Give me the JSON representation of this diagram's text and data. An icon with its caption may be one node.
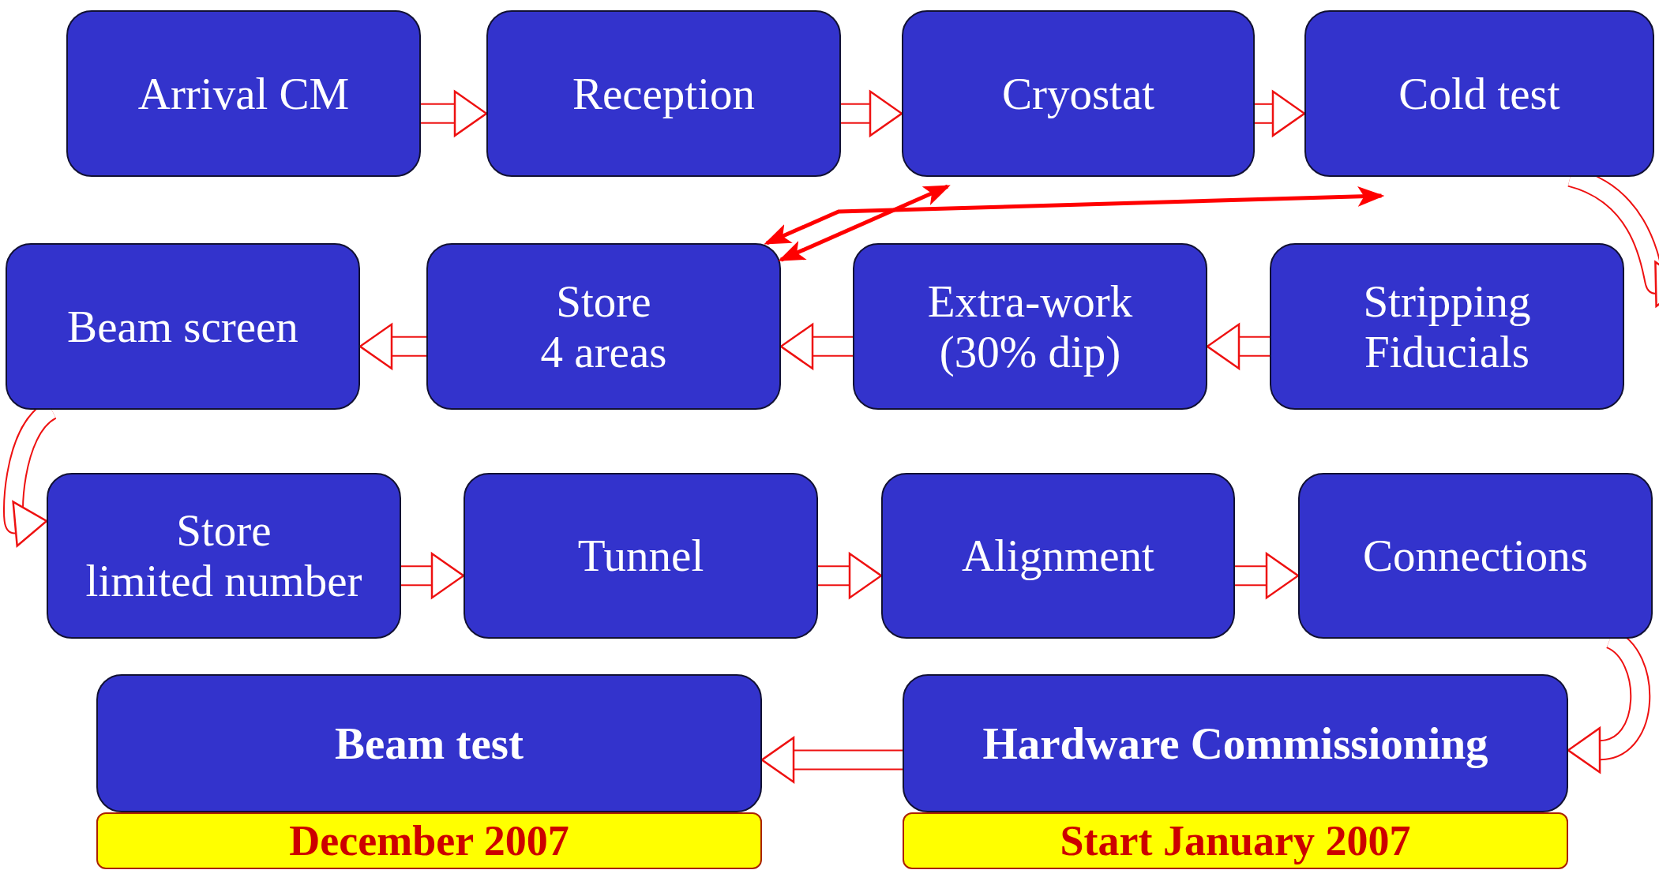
{
  "diagram": {
    "nodes": [
      {
        "text": [
          "Arrival CM"
        ]
      },
      {
        "text": [
          "Reception"
        ]
      },
      {
        "text": [
          "Cryostat"
        ]
      },
      {
        "text": [
          "Cold test"
        ]
      },
      {
        "text": [
          "Stripping Fiducials"
        ]
      },
      {
        "text": [
          "Extra-work (30% dip)"
        ]
      },
      {
        "text": [
          "Store 4 areas"
        ]
      },
      {
        "text": [
          "Beam screen"
        ]
      },
      {
        "text": [
          "Store limited number"
        ]
      },
      {
        "text": [
          "Tunnel"
        ]
      },
      {
        "text": [
          "Alignment"
        ]
      },
      {
        "text": [
          "Connections"
        ]
      },
      {
        "text": [
          "Hardware Commissioning"
        ]
      },
      {
        "text": [
          "Beam test"
        ]
      },
      {
        "text": [
          "December 2007"
        ]
      },
      {
        "text": [
          "Start January 2007"
        ]
      }
    ],
    "edges": [
      {
        "from": 0,
        "to": 1,
        "arrow": "to"
      },
      {
        "from": 1,
        "to": 2,
        "arrow": "to"
      },
      {
        "from": 2,
        "to": 3,
        "arrow": "to"
      },
      {
        "from": 3,
        "to": 4,
        "arrow": "to"
      },
      {
        "from": 4,
        "to": 5,
        "arrow": "to"
      },
      {
        "from": 5,
        "to": 6,
        "arrow": "to"
      },
      {
        "from": 6,
        "to": 7,
        "arrow": "to"
      },
      {
        "from": 7,
        "to": 8,
        "arrow": "to"
      },
      {
        "from": 8,
        "to": 9,
        "arrow": "to"
      },
      {
        "from": 9,
        "to": 10,
        "arrow": "to"
      },
      {
        "from": 10,
        "to": 11,
        "arrow": "to"
      },
      {
        "from": 11,
        "to": 12,
        "arrow": "to"
      },
      {
        "from": 12,
        "to": 13,
        "arrow": "to"
      },
      {
        "from": 6,
        "to": 2,
        "arrow": "both",
        "color": "#ff0000"
      },
      {
        "from": 6,
        "to": 3,
        "arrow": "both",
        "color": "#ff0000"
      }
    ]
  }
}
